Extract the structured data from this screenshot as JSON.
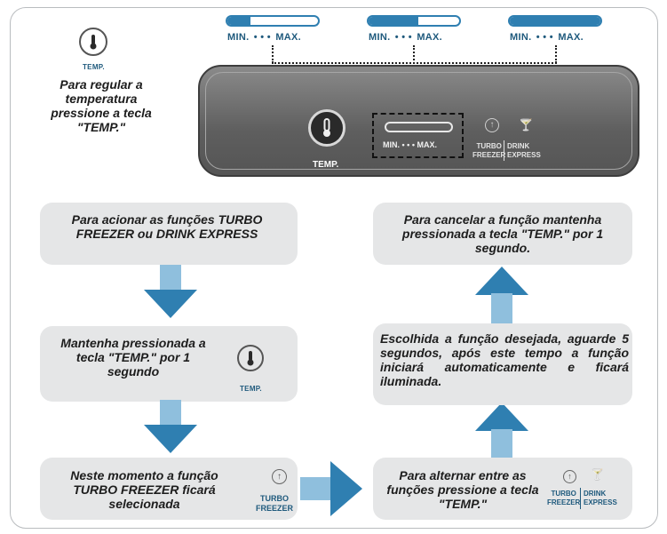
{
  "colors": {
    "accent": "#2f7fb1",
    "panel": "#5e5e5e",
    "box": "#e5e6e7"
  },
  "levels": [
    {
      "min_label": "MIN.",
      "dots": "• • •",
      "max_label": "MAX.",
      "fill": 0.25
    },
    {
      "min_label": "MIN.",
      "dots": "• • •",
      "max_label": "MAX.",
      "fill": 0.55
    },
    {
      "min_label": "MIN.",
      "dots": "• • •",
      "max_label": "MAX.",
      "fill": 1.0
    }
  ],
  "top_left": {
    "icon": "thermometer-icon",
    "icon_label": "TEMP.",
    "instruction": "Para regular a temperatura pressione a tecla \"TEMP.\""
  },
  "panel": {
    "temp_label": "TEMP.",
    "scale_min": "MIN.",
    "scale_dots": "• • •",
    "scale_max": "MAX.",
    "turbo_line1": "TURBO",
    "turbo_line2": "FREEZER",
    "drink_line1": "DRINK",
    "drink_line2": "EXPRESS"
  },
  "steps": {
    "step1": "Para acionar as funções TURBO FREEZER ou DRINK EXPRESS",
    "step2": "Mantenha pressionada a tecla \"TEMP.\" por 1 segundo",
    "step2_icon_label": "TEMP.",
    "step3": "Neste momento a função TURBO FREEZER ficará selecionada",
    "step3_icon_label1": "TURBO",
    "step3_icon_label2": "FREEZER",
    "step4": "Para alternar entre as funções pressione a tecla \"TEMP.\"",
    "step4_turbo1": "TURBO",
    "step4_turbo2": "FREEZER",
    "step4_drink1": "DRINK",
    "step4_drink2": "EXPRESS",
    "step5": "Escolhida a função desejada, aguarde 5 segundos, após este tempo a função iniciará automaticamente e ficará iluminada.",
    "step6": "Para cancelar a função mantenha pressionada a tecla \"TEMP.\" por 1 segundo."
  }
}
